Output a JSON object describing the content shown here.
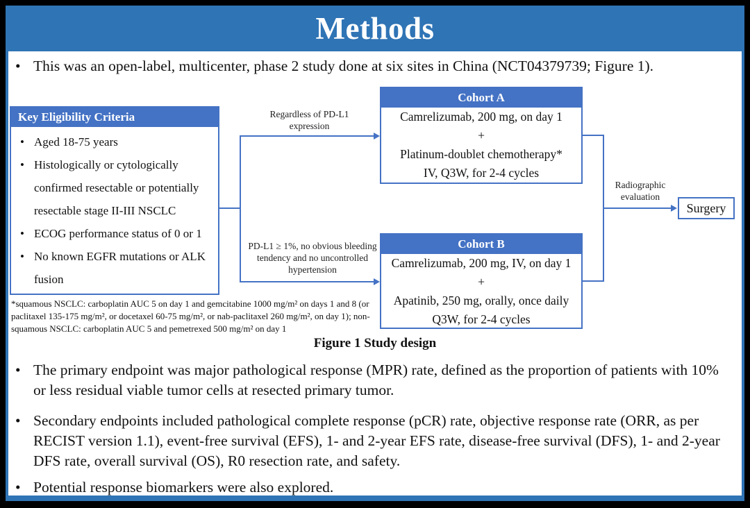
{
  "ui": {
    "bullet_char": "•"
  },
  "header": {
    "title": "Methods"
  },
  "intro_bullet": "This was an open-label, multicenter, phase 2 study done at six sites in China (NCT04379739; Figure 1).",
  "figure": {
    "eligibility": {
      "header": "Key Eligibility Criteria",
      "items": [
        "Aged 18-75 years",
        "Histologically or cytologically confirmed resectable or potentially resectable stage II-III NSCLC",
        "ECOG performance status of 0 or 1",
        "No known EGFR mutations or ALK fusion"
      ]
    },
    "branch_top_label": "Regardless of PD-L1 expression",
    "branch_bottom_label": "PD-L1 ≥ 1%, no obvious bleeding tendency and no uncontrolled hypertension",
    "cohort_a": {
      "header": "Cohort A",
      "lines": [
        "Camrelizumab, 200 mg, on day 1",
        "+",
        "Platinum-doublet chemotherapy*",
        "IV, Q3W, for 2-4 cycles"
      ]
    },
    "cohort_b": {
      "header": "Cohort B",
      "lines": [
        "Camrelizumab, 200 mg, IV, on day 1",
        "+",
        "Apatinib, 250 mg, orally, once daily",
        "Q3W, for 2-4 cycles"
      ]
    },
    "evaluation_label": "Radiographic evaluation",
    "surgery_label": "Surgery",
    "footnote": "*squamous NSCLC: carboplatin AUC 5 on day 1 and gemcitabine 1000 mg/m² on days 1 and 8 (or paclitaxel 135-175 mg/m², or docetaxel 60-75 mg/m², or nab-paclitaxel 260 mg/m², on day 1); non-squamous NSCLC: carboplatin AUC 5 and pemetrexed 500 mg/m² on day 1",
    "caption": "Figure 1 Study design"
  },
  "bullets": [
    "The primary endpoint was major pathological response (MPR) rate, defined as the proportion of patients with 10% or less residual viable tumor cells at resected primary tumor.",
    "Secondary endpoints included pathological complete response (pCR) rate, objective response rate (ORR, as per RECIST version 1.1), event-free survival (EFS), 1- and 2-year EFS rate, disease-free survival (DFS), 1- and 2-year DFS rate, overall survival (OS), R0 resection rate, and safety.",
    "Potential response biomarkers were also explored."
  ],
  "colors": {
    "banner_blue": "#2F74B5",
    "box_header_blue": "#4472C4",
    "line_blue": "#4472C4",
    "background": "#000000",
    "panel": "#FFFFFF"
  }
}
